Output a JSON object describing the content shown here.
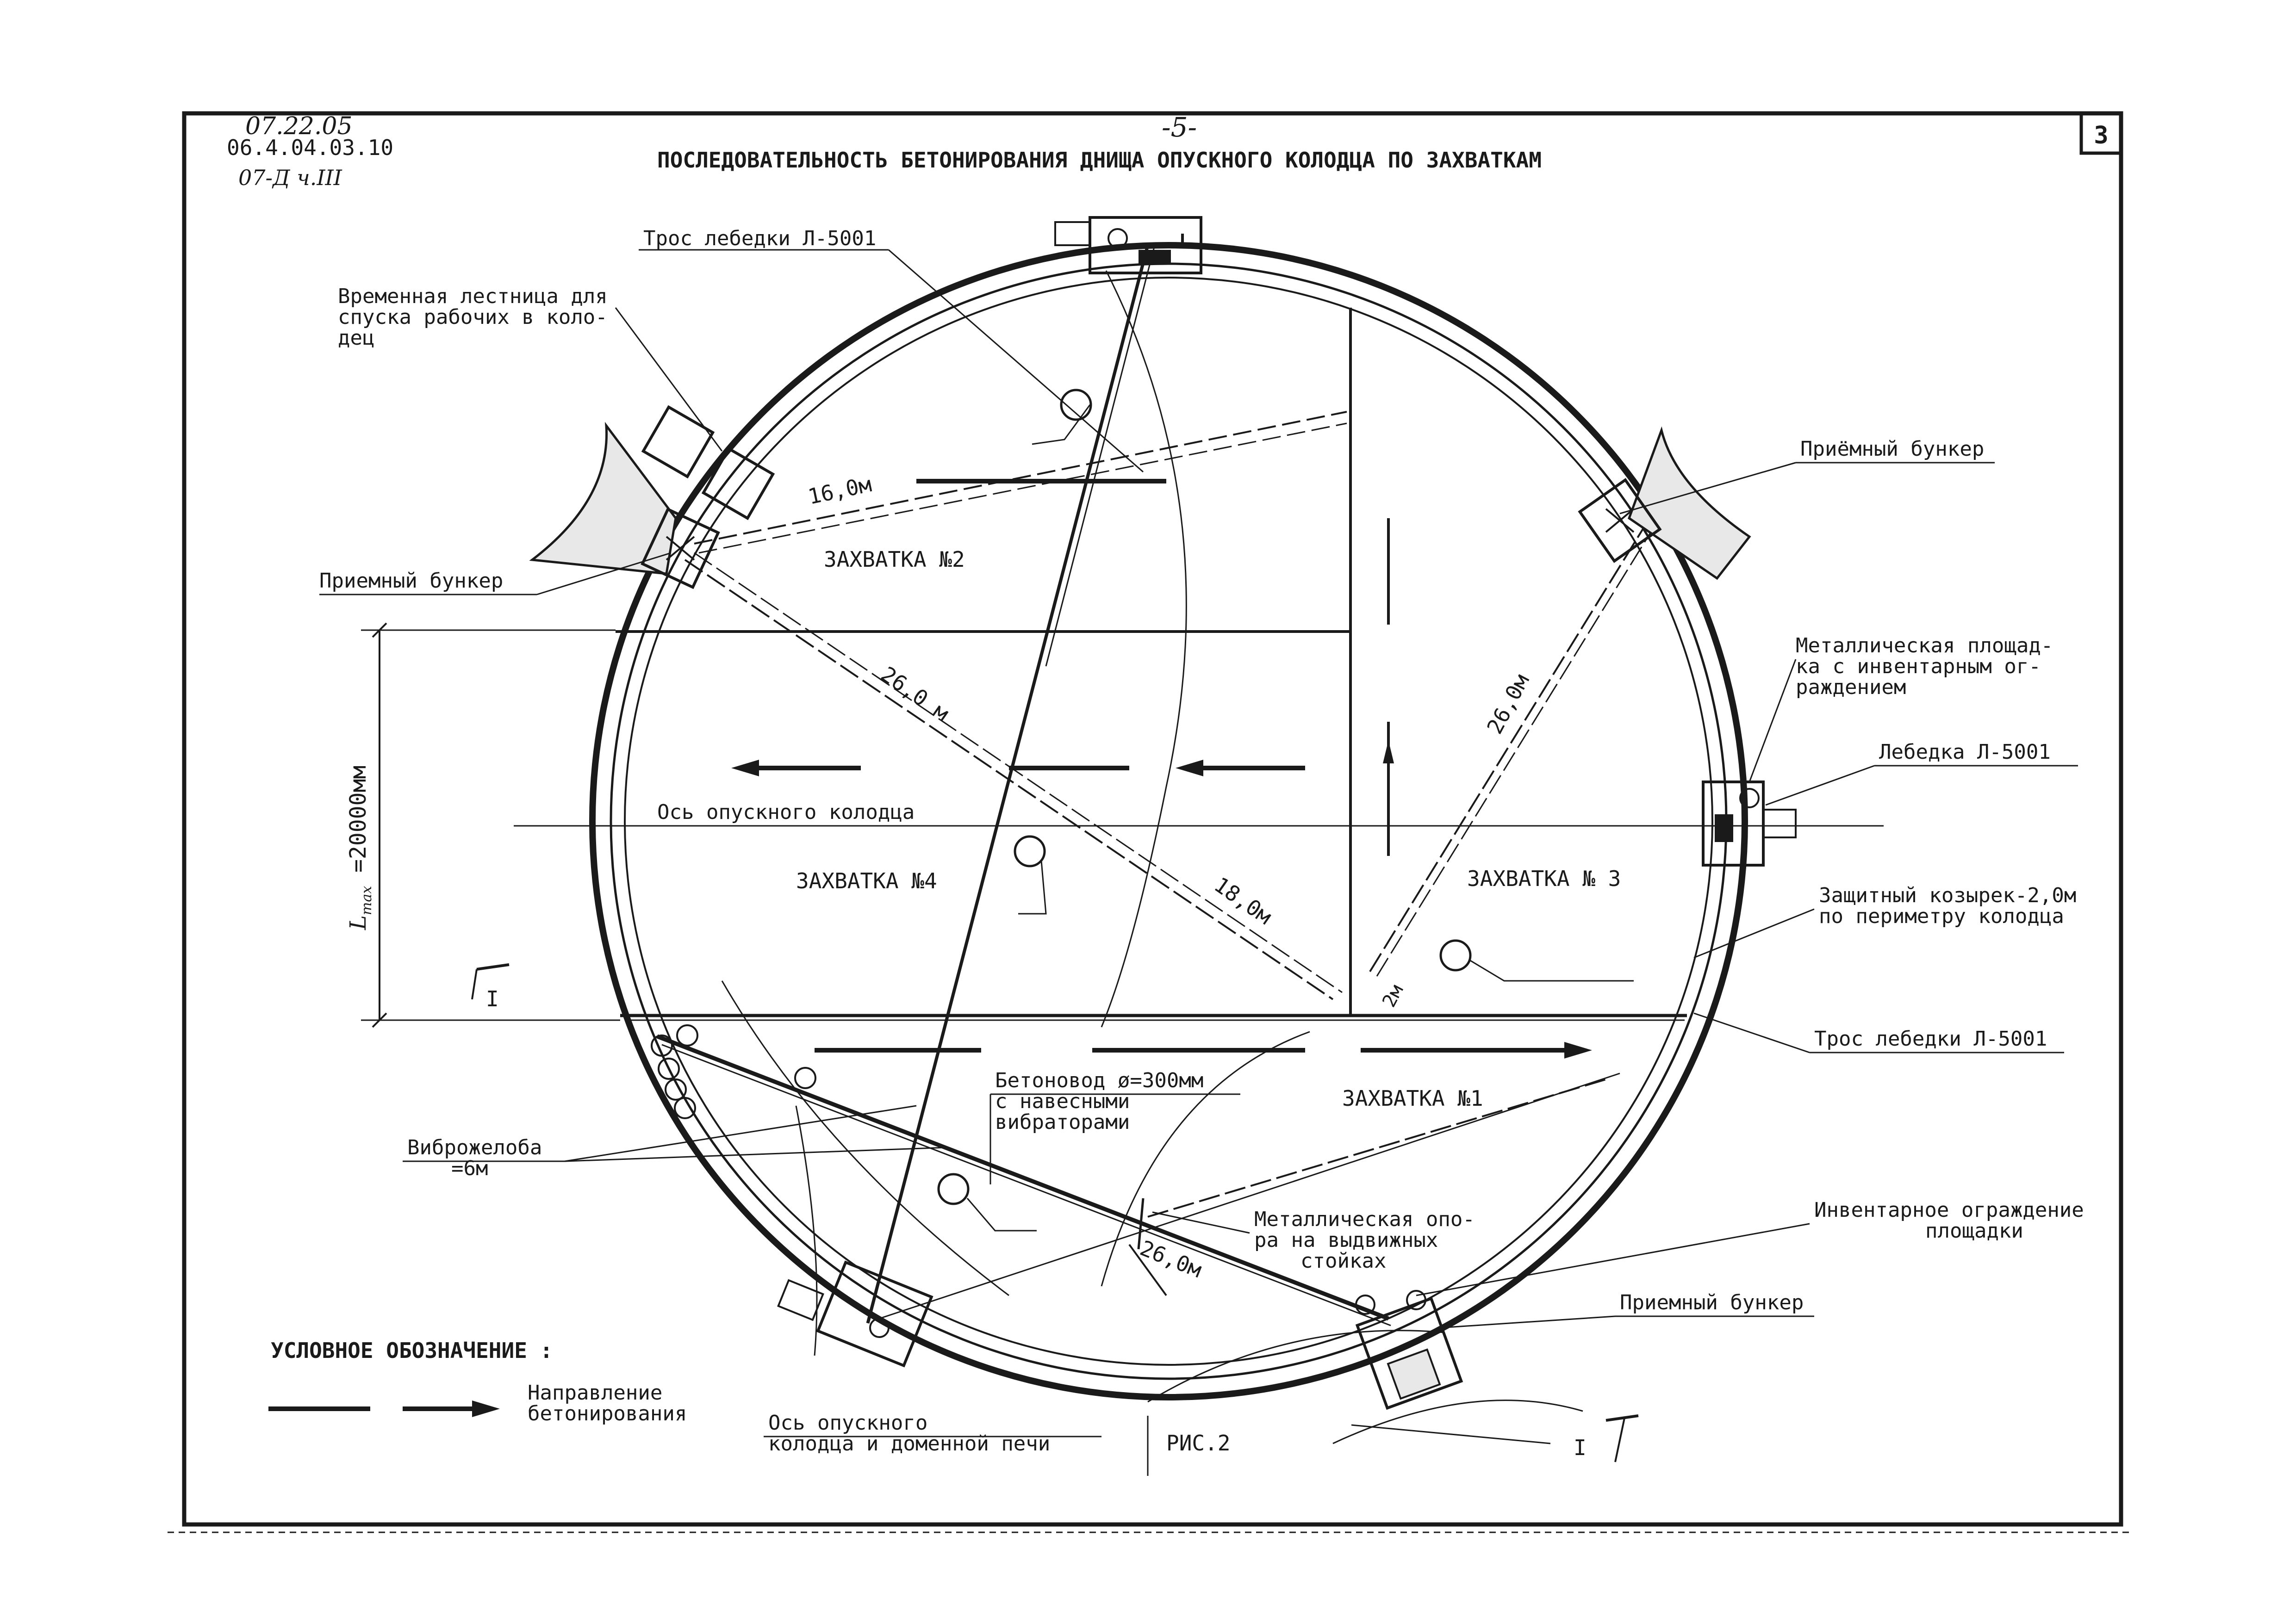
{
  "sheet": {
    "code_top": "07.22.05",
    "code_main": "06.4.04.03.10",
    "code_sub": "07-Д ч.III",
    "page_mark": "-5-",
    "sheet_number": "3",
    "title": "ПОСЛЕДОВАТЕЛЬНОСТЬ БЕТОНИРОВАНИЯ ДНИЩА ОПУСКНОГО КОЛОДЦА ПО ЗАХВАТКАМ",
    "figure_caption": "РИС.2"
  },
  "zones": {
    "z1": "ЗАХВАТКА №1",
    "z2": "ЗАХВАТКА №2",
    "z3": "ЗАХВАТКА № 3",
    "z4": "ЗАХВАТКА №4"
  },
  "dimensions": {
    "d16": "16,0м",
    "d26a": "26,0 м",
    "d26b": "26,0м",
    "d26c": "26,0м",
    "d18": "18,0м",
    "d2": "2м",
    "lmax_a": "L",
    "lmax_b": "max",
    "lmax_c": " =20000мм"
  },
  "labels": {
    "winch_rope_top": "Трос лебедки Л-5001",
    "ladder_1": "Временная лестница для",
    "ladder_2": "спуска рабочих в коло-",
    "ladder_3": "дец",
    "hopper_left": "Приемный бункер",
    "hopper_right_top": "Приёмный бункер",
    "hopper_bottom": "Приемный бункер",
    "platform_1": "Металлическая площад-",
    "platform_2": "ка с инвентарным ог-",
    "platform_3": "раждением",
    "winch_right": "Лебедка  Л-5001",
    "canopy_1": "Защитный козырек-2,0м",
    "canopy_2": "по периметру колодца",
    "winch_rope_right": "Трос лебедки Л-5001",
    "axis_well": "Ось опускного колодца",
    "pipe_1": "Бетоновод ø=300мм",
    "pipe_2": "с навесными",
    "pipe_3": "вибраторами",
    "chutes_1": "Виброжелоба",
    "chutes_2": "=6м",
    "support_1": "Металлическая опо-",
    "support_2": "ра на выдвижных",
    "support_3": "стойках",
    "fence_1": "Инвентарное ограждение",
    "fence_2": "площадки",
    "axis_bottom_1": "Ось опускного",
    "axis_bottom_2": "колодца и доменной печи",
    "section_mark": "I"
  },
  "legend": {
    "title": "УСЛОВНОЕ ОБОЗНАЧЕНИЕ :",
    "desc_1": "Направление",
    "desc_2": "бетонирования"
  }
}
